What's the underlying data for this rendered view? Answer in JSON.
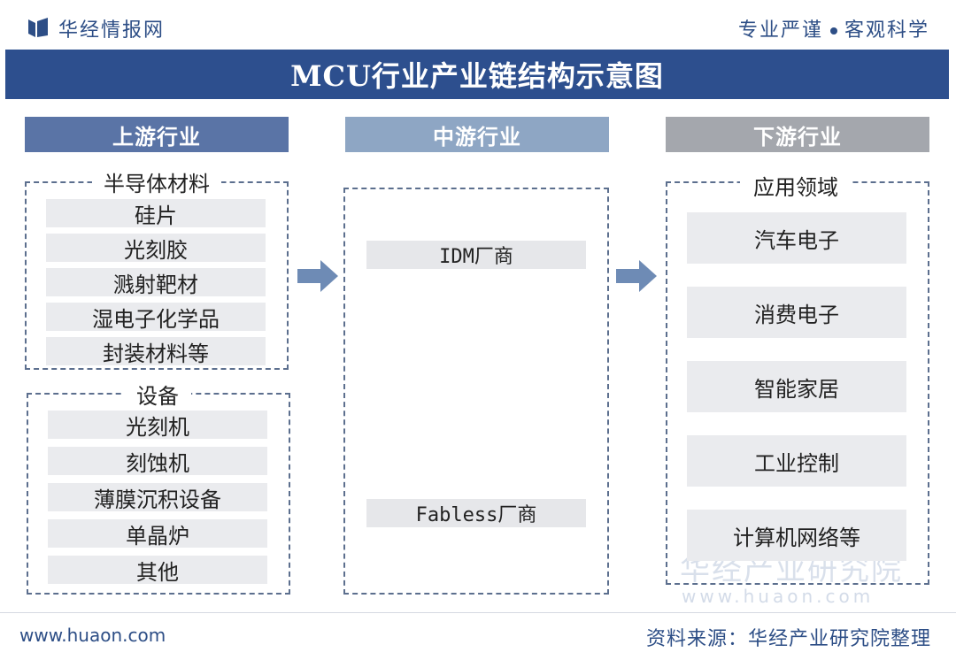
{
  "header": {
    "brand": "华经情报网",
    "slogan_left": "专业严谨",
    "slogan_right": "客观科学"
  },
  "title": "MCU行业产业链结构示意图",
  "columns": {
    "upstream": "上游行业",
    "midstream": "中游行业",
    "downstream": "下游行业"
  },
  "upstream": {
    "materials": {
      "label": "半导体材料",
      "items": [
        "硅片",
        "光刻胶",
        "溅射靶材",
        "湿电子化学品",
        "封装材料等"
      ]
    },
    "equipment": {
      "label": "设备",
      "items": [
        "光刻机",
        "刻蚀机",
        "薄膜沉积设备",
        "单晶炉",
        "其他"
      ]
    }
  },
  "midstream": {
    "items": [
      "IDM厂商",
      "Fabless厂商"
    ]
  },
  "downstream": {
    "label": "应用领域",
    "items": [
      "汽车电子",
      "消费电子",
      "智能家居",
      "工业控制",
      "计算机网络等"
    ]
  },
  "watermark": {
    "name": "华经产业研究院",
    "url": "www.huaon.com"
  },
  "footer": {
    "website": "www.huaon.com",
    "source": "资料来源：华经产业研究院整理"
  },
  "colors": {
    "brand": "#2d4e86",
    "title_bar": "#2d4f8e",
    "upstream_head": "#5a74a6",
    "midstream_head": "#8ea6c4",
    "downstream_head": "#a4a7ad",
    "arrow": "#6e8bb5"
  }
}
